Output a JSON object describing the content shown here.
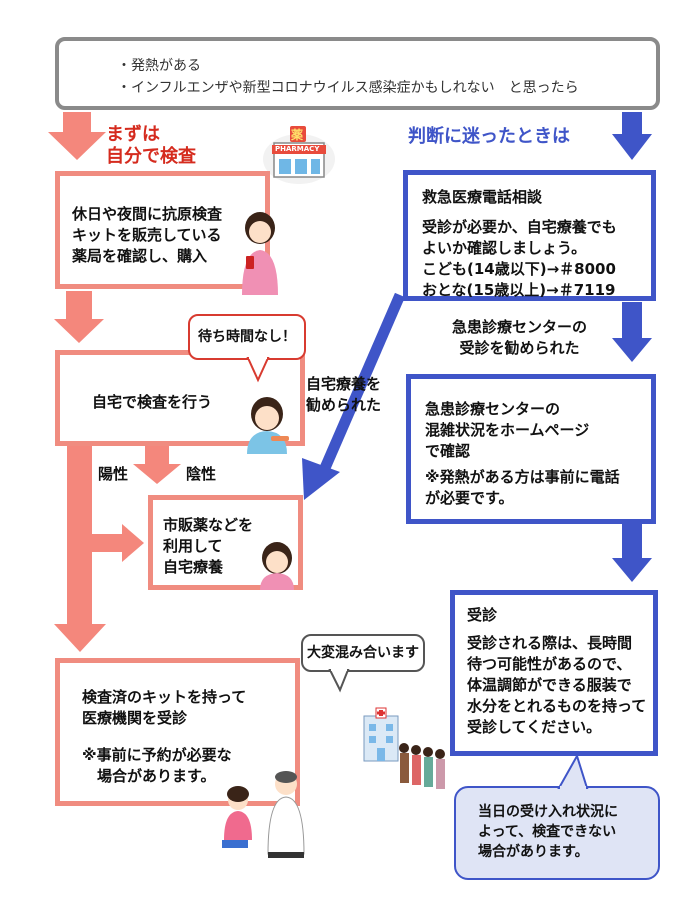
{
  "top_box": {
    "line1": "・発熱がある",
    "line2": "・インフルエンザや新型コロナウイルス感染症かもしれない　と思ったら"
  },
  "left": {
    "heading": "まずは\n自分で検査",
    "box1": "休日や夜間に抗原検査\nキットを販売している\n薬局を確認し、購入",
    "bubble_wait": "待ち時間なし！",
    "box2": "自宅で検査を行う",
    "label_positive": "陽性",
    "label_negative": "陰性",
    "box3": "市販薬などを\n利用して\n自宅療養",
    "box4_line1": "検査済のキットを持って\n医療機関を受診",
    "box4_line2": "※事前に予約が必要な\n　場合があります。"
  },
  "right": {
    "heading": "判断に迷ったときは",
    "box1_title": "救急医療電話相談",
    "box1_body": "受診が必要か、自宅療養でも\nよいか確認しましょう。\nこども(14歳以下)→＃8000\nおとな(15歳以上)→＃7119",
    "label_recommended_home": "自宅療養を\n勧められた",
    "label_recommended_center": "急患診療センターの\n受診を勧められた",
    "box2_body1": "急患診療センターの\n混雑状況をホームページ\nで確認",
    "box2_body2": "※発熱がある方は事前に電話\nが必要です。",
    "box3_title": "受診",
    "box3_body": "受診される際は、長時間\n待つ可能性があるので、\n体温調節ができる服装で\n水分をとれるものを持って\n受診してください。",
    "bubble_crowded": "大変混み合います",
    "bubble_status": "当日の受け入れ状況に\nよって、検査できない\n場合があります。"
  },
  "colors": {
    "red_border": "#f08c80",
    "red_arrow": "#f4877c",
    "red_text": "#d52b1e",
    "blue": "#3f55c8",
    "blue_bubble": "#dfe4f5"
  },
  "icons": [
    "pharmacy-icon",
    "woman-phone-icon",
    "woman-thermometer-icon",
    "woman-resting-icon",
    "hospital-icon",
    "queue-people-icon",
    "doctor-patient-icon"
  ],
  "pharmacy_sign": "PHARMACY",
  "pharmacy_kanji": "薬"
}
